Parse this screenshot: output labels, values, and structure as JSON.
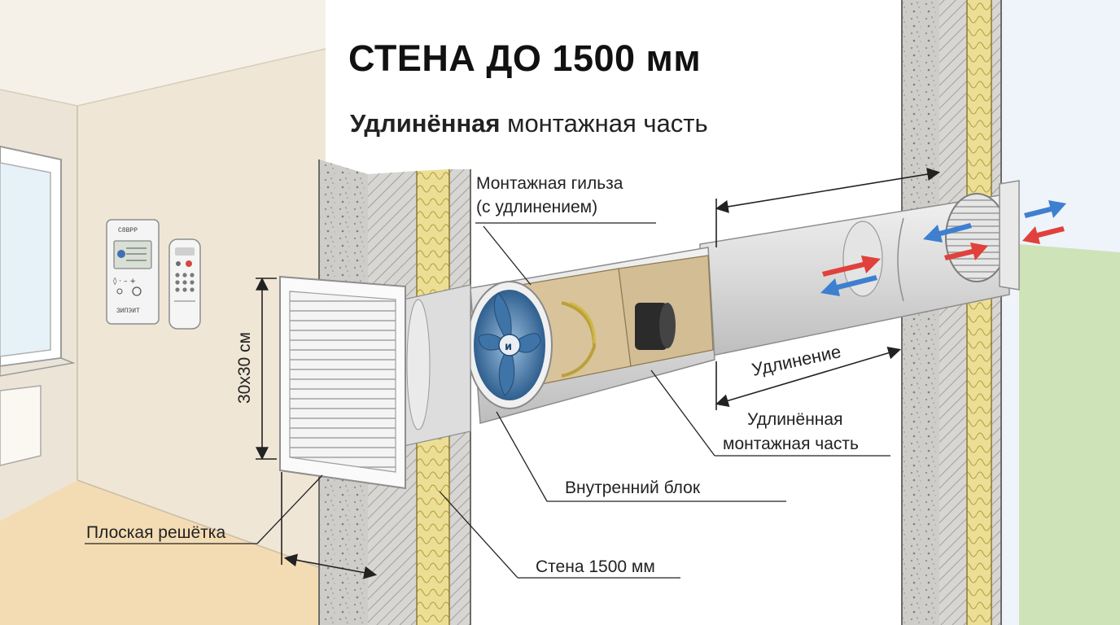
{
  "title": "СТЕНА ДО 1500 мм",
  "subtitle": {
    "bold": "Удлинённая",
    "rest": " монтажная часть"
  },
  "labels": {
    "sleeve_line1": "Монтажная гильза",
    "sleeve_line2": "(с удлинением)",
    "extension": "Удлинение",
    "extended_part_line1": "Удлинённая",
    "extended_part_line2": "монтажная часть",
    "inner_block": "Внутренний блок",
    "flat_grille": "Плоская решётка",
    "wall": "Стена 1500 мм",
    "grille_size": "30х30 см"
  },
  "controller": {
    "top_text": "C8BPP",
    "bottom_text": "ЗИПЭИТ"
  },
  "colors": {
    "room_wall": "#efe6d6",
    "floor": "#f3dcb4",
    "concrete": "#c9c7c3",
    "insulation": "#e8d98a",
    "fan_blue": "#3e74a8",
    "arrow_red": "#e0413c",
    "arrow_blue": "#3f7fd0",
    "outside_grass": "#cfe3b8"
  },
  "icons": [
    "wall-controller-icon",
    "remote-control-icon",
    "fan-icon",
    "airflow-arrow-icon"
  ]
}
